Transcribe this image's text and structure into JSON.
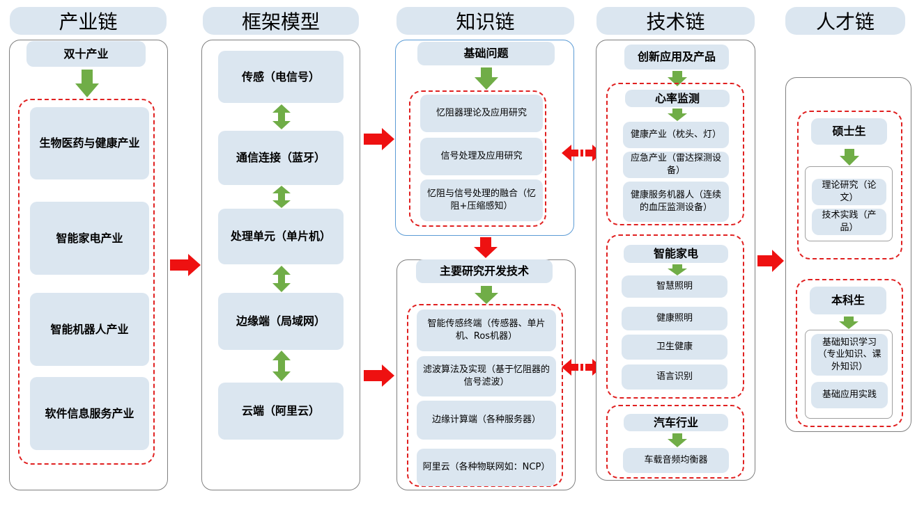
{
  "colors": {
    "box_fill": "#dbe6f0",
    "dash": "#e02020",
    "arrow_green": "#70ad47",
    "arrow_red": "#ee1111"
  },
  "headers": [
    "产业链",
    "框架模型",
    "知识链",
    "技术链",
    "人才链"
  ],
  "industry": {
    "top": "双十产业",
    "items": [
      "生物医药与健康产业",
      "智能家电产业",
      "智能机器人产业",
      "软件信息服务产业"
    ]
  },
  "framework": {
    "items": [
      "传感（电信号）",
      "通信连接（蓝牙）",
      "处理单元（单片机）",
      "边缘端（局域网）",
      "云端（阿里云）"
    ]
  },
  "knowledge": {
    "basic_title": "基础问题",
    "basic_items": [
      "忆阻器理论及应用研究",
      "信号处理及应用研究",
      "忆阻与信号处理的融合（忆阻+压缩感知）"
    ],
    "dev_title": "主要研究开发技术",
    "dev_items": [
      "智能传感终端（传感器、单片机、Ros机器）",
      "滤波算法及实现（基于忆阻器的信号滤波）",
      "边缘计算端（各种服务器）",
      "阿里云（各种物联网如：NCP）"
    ]
  },
  "tech": {
    "top": "创新应用及产品",
    "heart_title": "心率监测",
    "heart_items": [
      "健康产业（枕头、灯）",
      "应急产业（雷达探测设备）",
      "健康服务机器人（连续的血压监测设备）"
    ],
    "home_title": "智能家电",
    "home_items": [
      "智慧照明",
      "健康照明",
      "卫生健康",
      "语言识别"
    ],
    "car_title": "汽车行业",
    "car_items": [
      "车载音频均衡器"
    ]
  },
  "talent": {
    "master_title": "硕士生",
    "master_items": [
      "理论研究（论文）",
      "技术实践（产品）"
    ],
    "bachelor_title": "本科生",
    "bachelor_items": [
      "基础知识学习（专业知识、课外知识）",
      "基础应用实践"
    ]
  }
}
